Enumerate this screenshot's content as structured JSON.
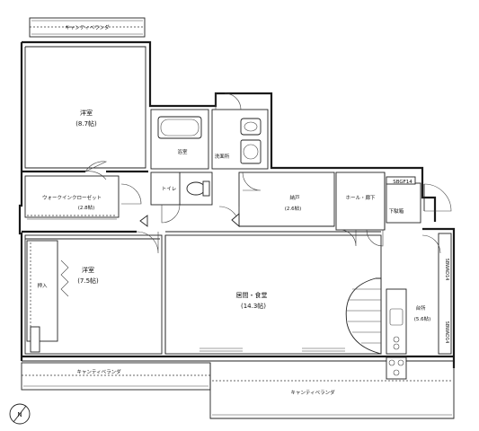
{
  "rooms": {
    "western_room_top": {
      "name": "洋室",
      "size": "(8.7帖)"
    },
    "bath": {
      "name": "浴室"
    },
    "washroom": {
      "name": "洗面所"
    },
    "toilet": {
      "name": "トイレ"
    },
    "walk_in_closet": {
      "name": "ウォークインクローゼット",
      "size": "(2.8帖)"
    },
    "storage": {
      "name": "納戸",
      "size": "(2.6帖)"
    },
    "hall": {
      "name": "ホール・廊下"
    },
    "western_room_bottom": {
      "name": "洋室",
      "size": "(7.5帖)"
    },
    "closet": {
      "name": "押入"
    },
    "living_dining": {
      "name": "居間・食堂",
      "size": "(14.3帖)"
    },
    "kitchen": {
      "name": "台所",
      "size": "(5.6帖)"
    }
  },
  "balconies": {
    "top": "キャンティベランダ",
    "left_bottom": "キャンティベランダ",
    "bottom": "キャンティベランダ"
  },
  "fixtures": {
    "shoe_box_code": "SBGF14",
    "shoe_box_label": "下駄箱",
    "kitchen_code_1": "SBWAD14",
    "kitchen_code_2": "SBWAD14"
  },
  "compass": {
    "glyph": "N"
  }
}
